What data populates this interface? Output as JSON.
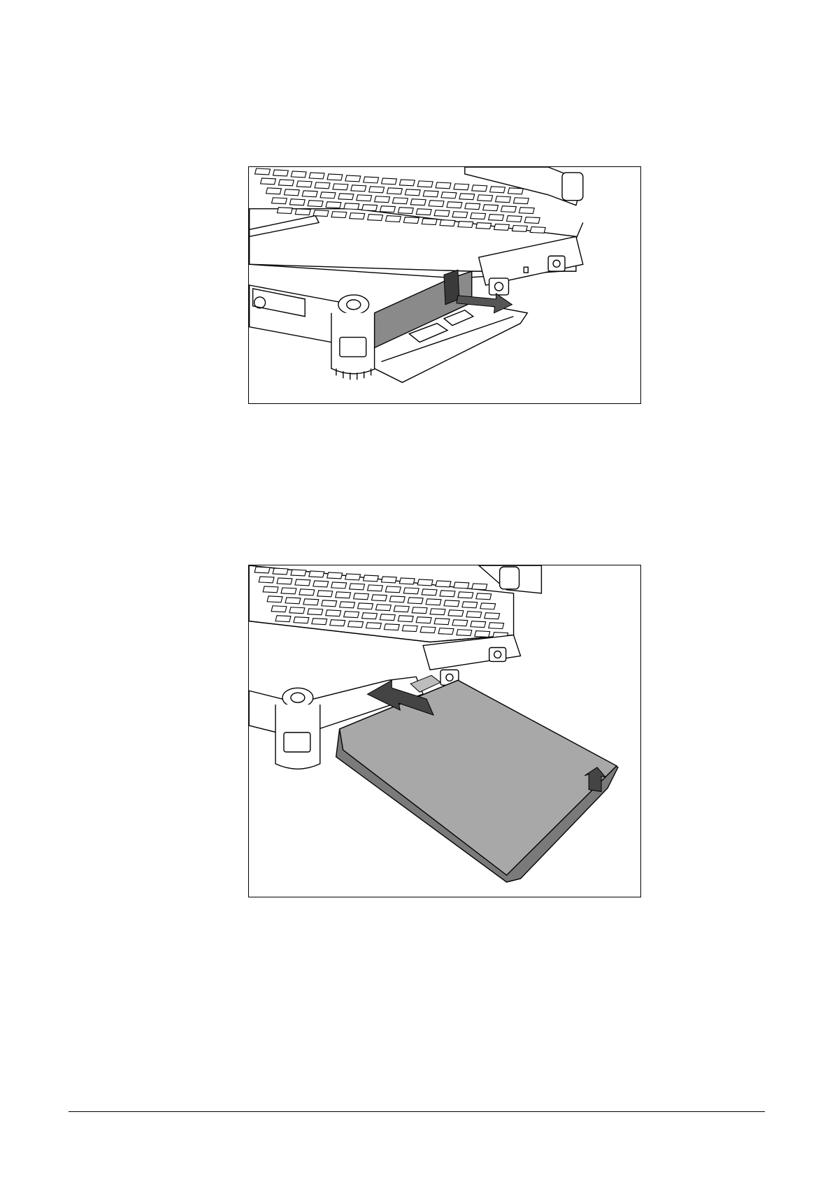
{
  "figures": [
    {
      "id": "fig1",
      "depicts": "laptop-battery-compartment-cover-open",
      "arrow_direction": "outward",
      "colors": {
        "line": "#000000",
        "fill_dark": "#8a8a8a",
        "fill_light": "#ffffff"
      }
    },
    {
      "id": "fig2",
      "depicts": "battery-insertion",
      "arrow_direction": "inward",
      "colors": {
        "line": "#000000",
        "battery_fill": "#a8a8a8",
        "battery_edge": "#7a7a7a"
      }
    }
  ],
  "footer": {
    "has_rule": true
  }
}
